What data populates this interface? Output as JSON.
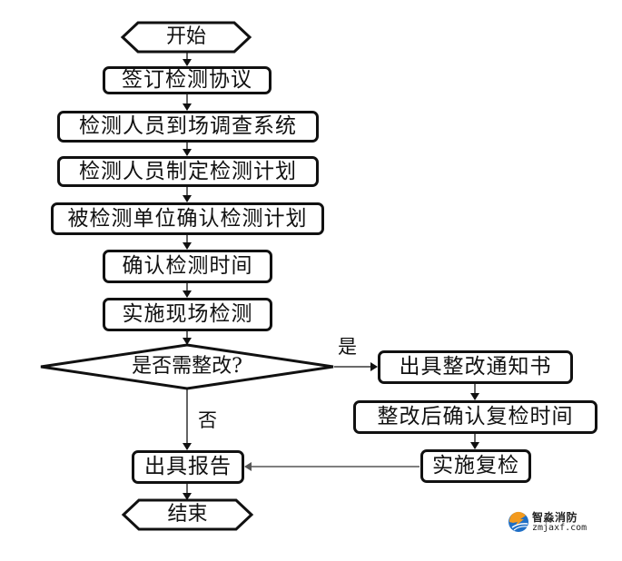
{
  "flowchart": {
    "start": {
      "label": "开始"
    },
    "steps": [
      {
        "id": "s1",
        "label": "签订检测协议"
      },
      {
        "id": "s2",
        "label": "检测人员到场调查系统"
      },
      {
        "id": "s3",
        "label": "检测人员制定检测计划"
      },
      {
        "id": "s4",
        "label": "被检测单位确认检测计划"
      },
      {
        "id": "s5",
        "label": "确认检测时间"
      },
      {
        "id": "s6",
        "label": "实施现场检测"
      }
    ],
    "decision": {
      "label": "是否需整改?",
      "yes_label": "是",
      "no_label": "否"
    },
    "rectify_branch": [
      {
        "id": "r1",
        "label": "出具整改通知书"
      },
      {
        "id": "r2",
        "label": "整改后确认复检时间"
      },
      {
        "id": "r3",
        "label": "实施复检"
      }
    ],
    "report": {
      "label": "出具报告"
    },
    "end": {
      "label": "结束"
    }
  },
  "watermark": {
    "name": "智淼消防",
    "url": "zmjaxf.com",
    "colors": {
      "orange": "#f39a1e",
      "blue": "#1f6fc6"
    }
  }
}
